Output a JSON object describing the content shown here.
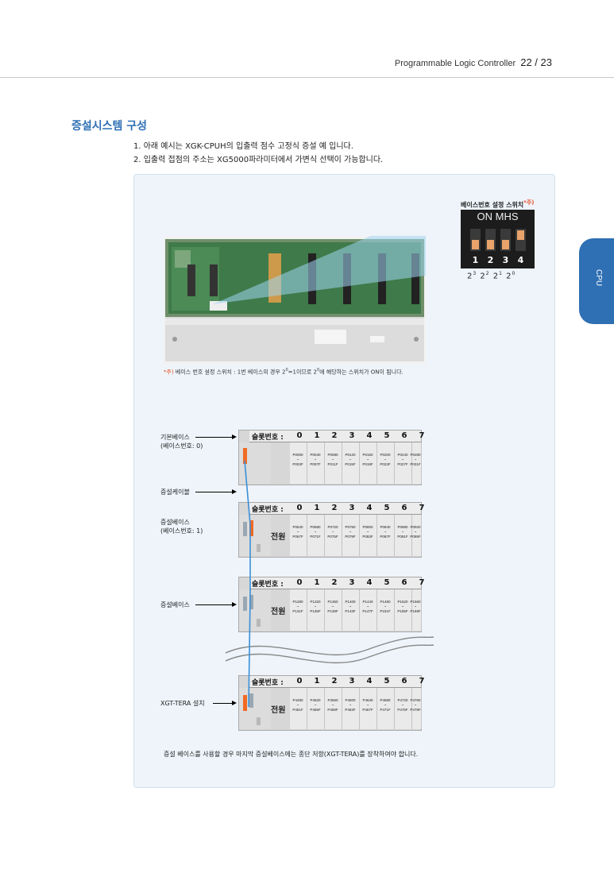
{
  "header": {
    "title": "Programmable Logic Controller",
    "page": "22 / 23"
  },
  "section_title": "증설시스템 구성",
  "notes": [
    "1. 아래 예시는 XGK-CPUH의 입출력 점수 고정식 증설 예 입니다.",
    "2. 입출력 접점의 주소는 XG5000파라미터에서 가변식 선택이 가능합니다."
  ],
  "switch": {
    "label": "베이스번호 설정 스위치",
    "star": "*주)",
    "box_title": "ON MHS",
    "numbers": [
      "1",
      "2",
      "3",
      "4"
    ],
    "powers": [
      "2",
      "3",
      "2",
      "2",
      "2",
      "1",
      "2",
      "0"
    ]
  },
  "footnote": {
    "star": "*주)",
    "text_a": " 베이스 번호 설정 스위치 : 1번 베이스의 경우 2",
    "sup_a": "0",
    "text_b": "=1이므로 2",
    "sup_b": "0",
    "text_c": "에 해당하는 스위치가 ON이 됩니다."
  },
  "side_tab": "CPU",
  "labels": {
    "basic_base": "기본베이스",
    "basic_base_no": "(베이스번호: 0)",
    "cable": "증설케이블",
    "ext_base1": "증설베이스",
    "ext_base1_no": "(베이스번호: 1)",
    "ext_base": "증설베이스",
    "tera": "XGT-TERA 설치"
  },
  "rack_common": {
    "slot_title": "슬롯번호 :",
    "slots": [
      "0",
      "1",
      "2",
      "3",
      "4",
      "5",
      "6",
      "7"
    ],
    "power": "전원"
  },
  "racks": [
    {
      "start": [
        "P0000",
        "P0040",
        "P0080",
        "P0120",
        "P0160",
        "P0200",
        "P0240",
        "P0280"
      ],
      "end": [
        "P003F",
        "P007F",
        "P011F",
        "P015F",
        "P019F",
        "P023F",
        "P027F",
        "P031F"
      ]
    },
    {
      "start": [
        "P0640",
        "P0680",
        "P0720",
        "P0760",
        "P0800",
        "P0840",
        "P0880",
        "P0920"
      ],
      "end": [
        "P067F",
        "P071F",
        "P075F",
        "P079F",
        "P083F",
        "P087F",
        "P091F",
        "P095F"
      ]
    },
    {
      "start": [
        "P1280",
        "P1320",
        "P1360",
        "P1400",
        "P1440",
        "P1480",
        "P1520",
        "P1560"
      ],
      "end": [
        "P131F",
        "P135F",
        "P139F",
        "P143F",
        "P147F",
        "P151F",
        "P155F",
        "P159F"
      ]
    },
    {
      "start": [
        "P4480",
        "P4520",
        "P4560",
        "P4600",
        "P4640",
        "P4680",
        "P4720",
        "P4760"
      ],
      "end": [
        "P451F",
        "P455F",
        "P459F",
        "P463F",
        "P467F",
        "P471F",
        "P475F",
        "P479F"
      ]
    }
  ],
  "bottom_note": "증설 베이스를 사용할 경우 마지막 증설베이스에는 종단 저항(XGT-TERA)를 장착하여야 합니다.",
  "colors": {
    "accent": "#2e6fb5",
    "orange": "#f06a24",
    "panel": "#eef4fa"
  }
}
